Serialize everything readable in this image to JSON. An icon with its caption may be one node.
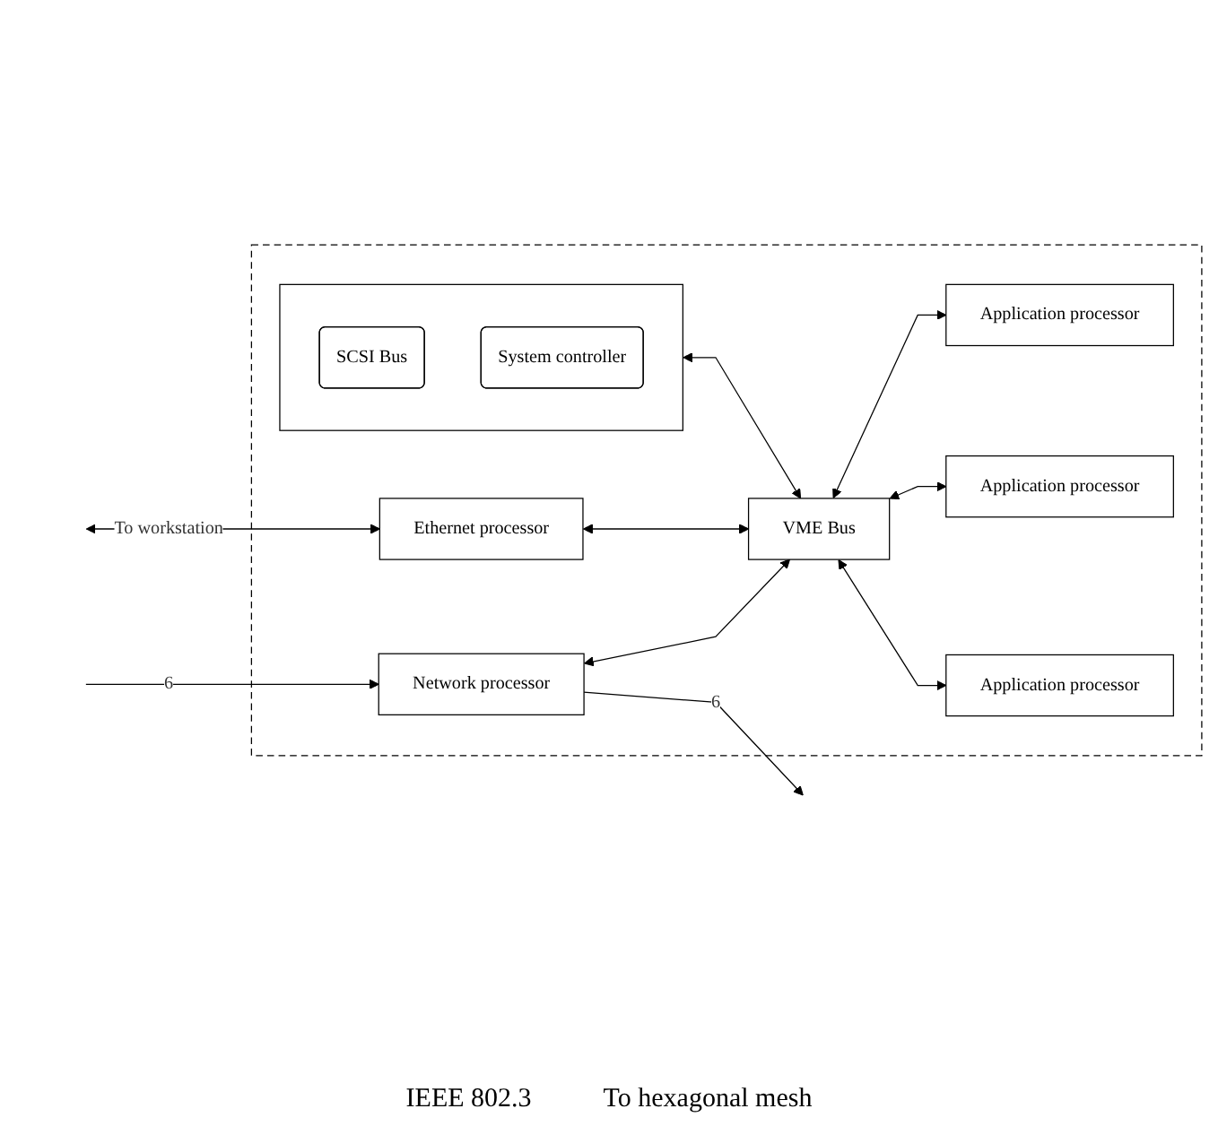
{
  "diagram": {
    "nodes": [
      {
        "text": [],
        "shape": "box"
      },
      {
        "text": [],
        "shape": "box",
        "in": 0
      },
      {
        "text": [
          "SCSI Bus"
        ],
        "in": 1
      },
      {
        "text": [
          "System controller"
        ],
        "in": 1
      },
      {
        "text": [
          "Ethernet processor"
        ],
        "in": 0
      },
      {
        "text": [
          "Network processor"
        ],
        "in": 0
      },
      {
        "text": [
          "VME Bus"
        ],
        "in": 0
      },
      {
        "text": [
          "Application processor"
        ],
        "in": 0
      },
      {
        "text": [
          "Application processor"
        ],
        "in": 0
      },
      {
        "text": [
          "Application processor"
        ],
        "in": 0
      }
    ],
    "edges": [
      {
        "from": null,
        "to": 4,
        "arrow": "both",
        "label": "To workstation"
      },
      {
        "from": 1,
        "to": 6,
        "arrow": "both"
      },
      {
        "from": 4,
        "to": 6,
        "arrow": "both"
      },
      {
        "from": 5,
        "to": 6,
        "arrow": "both"
      },
      {
        "from": 6,
        "to": 7,
        "arrow": "both"
      },
      {
        "from": 6,
        "to": 8,
        "arrow": "both"
      },
      {
        "from": 6,
        "to": 9,
        "arrow": "both"
      },
      {
        "from": null,
        "to": 5,
        "arrow": "to",
        "label": "6"
      },
      {
        "from": 5,
        "to": null,
        "arrow": "to",
        "label": "6"
      }
    ],
    "labels": [
      "IEEE 802.3",
      "To hexagonal mesh"
    ]
  }
}
